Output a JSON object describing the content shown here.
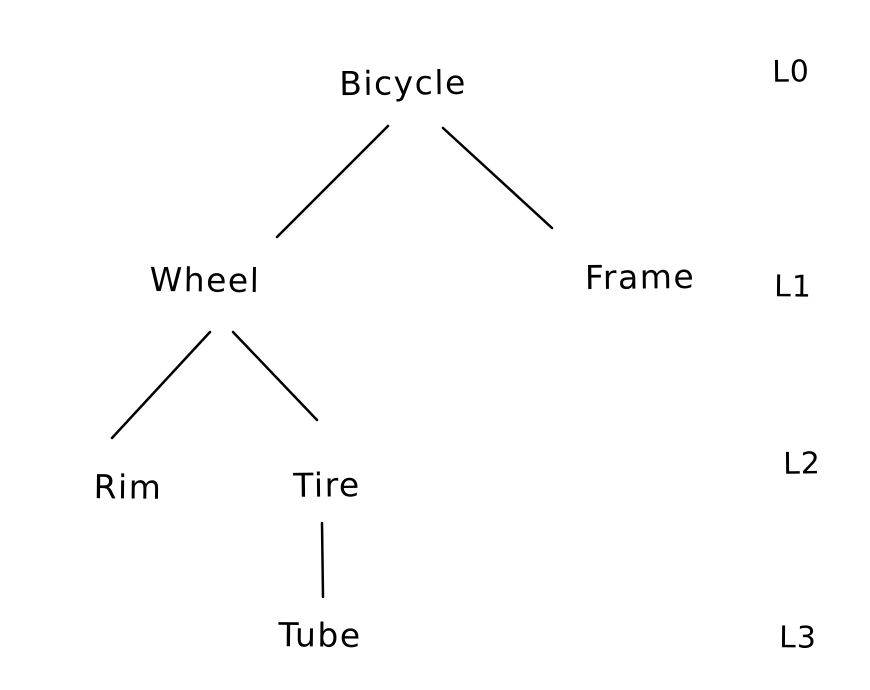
{
  "diagram": {
    "type": "tree",
    "style": "hand-drawn",
    "background": "#ffffff",
    "stroke_color": "#000000",
    "nodes": [
      {
        "id": "bicycle",
        "label": "Bicycle",
        "level": 0,
        "parent": null
      },
      {
        "id": "wheel",
        "label": "Wheel",
        "level": 1,
        "parent": "bicycle"
      },
      {
        "id": "frame",
        "label": "Frame",
        "level": 1,
        "parent": "bicycle"
      },
      {
        "id": "rim",
        "label": "Rim",
        "level": 2,
        "parent": "wheel"
      },
      {
        "id": "tire",
        "label": "Tire",
        "level": 2,
        "parent": "wheel"
      },
      {
        "id": "tube",
        "label": "Tube",
        "level": 3,
        "parent": "tire"
      }
    ],
    "edges": [
      {
        "from": "bicycle",
        "to": "wheel"
      },
      {
        "from": "bicycle",
        "to": "frame"
      },
      {
        "from": "wheel",
        "to": "rim"
      },
      {
        "from": "wheel",
        "to": "tire"
      },
      {
        "from": "tire",
        "to": "tube"
      }
    ],
    "level_labels": [
      {
        "label": "L0",
        "level": 0
      },
      {
        "label": "L1",
        "level": 1
      },
      {
        "label": "L2",
        "level": 2
      },
      {
        "label": "L3",
        "level": 3
      }
    ]
  }
}
